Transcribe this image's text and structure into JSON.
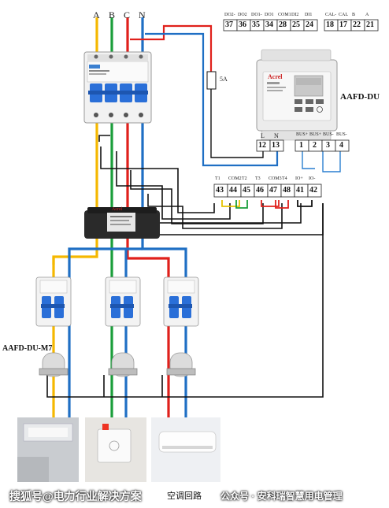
{
  "phases": [
    "A",
    "B",
    "C",
    "N"
  ],
  "device_top": {
    "name": "AAFD-DU",
    "brand": "Acrel",
    "terminal_labels_top": [
      "DO2-",
      "DO2",
      "DO1-",
      "DO1",
      "COM1",
      "DI2",
      "DI1",
      "CAL-",
      "CAL",
      "B",
      "A"
    ],
    "terminals_top": [
      "37",
      "36",
      "35",
      "34",
      "28",
      "25",
      "24",
      "18",
      "17",
      "22",
      "21"
    ],
    "power_labels": [
      "L",
      "N"
    ],
    "power_terminals": [
      "12",
      "13"
    ],
    "bus_labels": [
      "BUS+",
      "BUS+",
      "BUS-",
      "BUS-"
    ],
    "bus_terminals": [
      "1",
      "2",
      "3",
      "4"
    ]
  },
  "fuse_label": "5A",
  "sensor_block": {
    "labels": [
      "T1",
      "COM2",
      "T2",
      "T3",
      "COM3",
      "T4",
      "IO+",
      "IO-"
    ],
    "terminals": [
      "43",
      "44",
      "45",
      "46",
      "47",
      "48",
      "41",
      "42"
    ]
  },
  "ring_sensor_text": "Acrel",
  "branch_module_name": "AAFD-DU-M7",
  "circuit_label": "空调回路",
  "watermark_left": "搜狐号@电力行业解决方案",
  "watermark_right": "公众号 · 安科瑞智慧用电管理",
  "colors": {
    "A": "#f5b800",
    "B": "#1a9e3a",
    "C": "#e0201b",
    "N": "#1f6fc4",
    "signal": "#111111",
    "sensor_yellow": "#e6c300"
  }
}
